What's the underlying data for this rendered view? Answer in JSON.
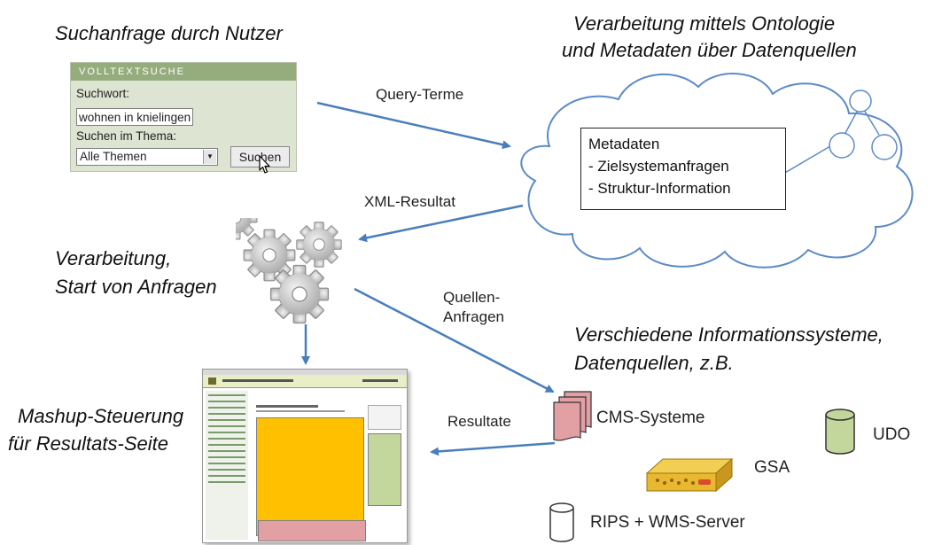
{
  "headings": {
    "search_request": "Suchanfrage durch Nutzer",
    "processing_ontology_1": "Verarbeitung mittels Ontologie",
    "processing_ontology_2": "und Metadaten über Datenquellen",
    "processing_1": "Verarbeitung,",
    "processing_2": "Start von Anfragen",
    "information_systems_1": "Verschiedene Informationssysteme,",
    "information_systems_2": "Datenquellen, z.B.",
    "mashup_1": "Mashup-Steuerung",
    "mashup_2": "für Resultats-Seite"
  },
  "search_form": {
    "header": "VOLLTEXTSUCHE",
    "keyword_label": "Suchwort:",
    "keyword_value": "wohnen in knielingen",
    "topic_label": "Suchen im Thema:",
    "topic_value": "Alle Themen",
    "search_button": "Suchen"
  },
  "metadata": {
    "title": "Metadaten",
    "items": [
      "- Zielsystemanfragen",
      "- Struktur-Information"
    ]
  },
  "arrows": {
    "query_terms": "Query-Terme",
    "xml_result": "XML-Resultat",
    "source_queries_1": "Quellen-",
    "source_queries_2": "Anfragen",
    "results": "Resultate"
  },
  "systems": {
    "cms": "CMS-Systeme",
    "gsa": "GSA",
    "udo": "UDO",
    "rips": "RIPS + WMS-Server"
  },
  "colors": {
    "arrow": "#4a7ebb",
    "cloud_stroke": "#5b8bc6",
    "cms_fill": "#e3a0a4",
    "udo_fill": "#c3d69b",
    "gsa_fill": "#e8b830",
    "result_main": "#ffc000",
    "result_side": "#c3d69b",
    "result_bottom": "#e3a0a4"
  },
  "icons": [
    "gears-icon",
    "cursor-icon",
    "document-stack-icon",
    "database-icon",
    "appliance-icon",
    "tree-icon"
  ]
}
